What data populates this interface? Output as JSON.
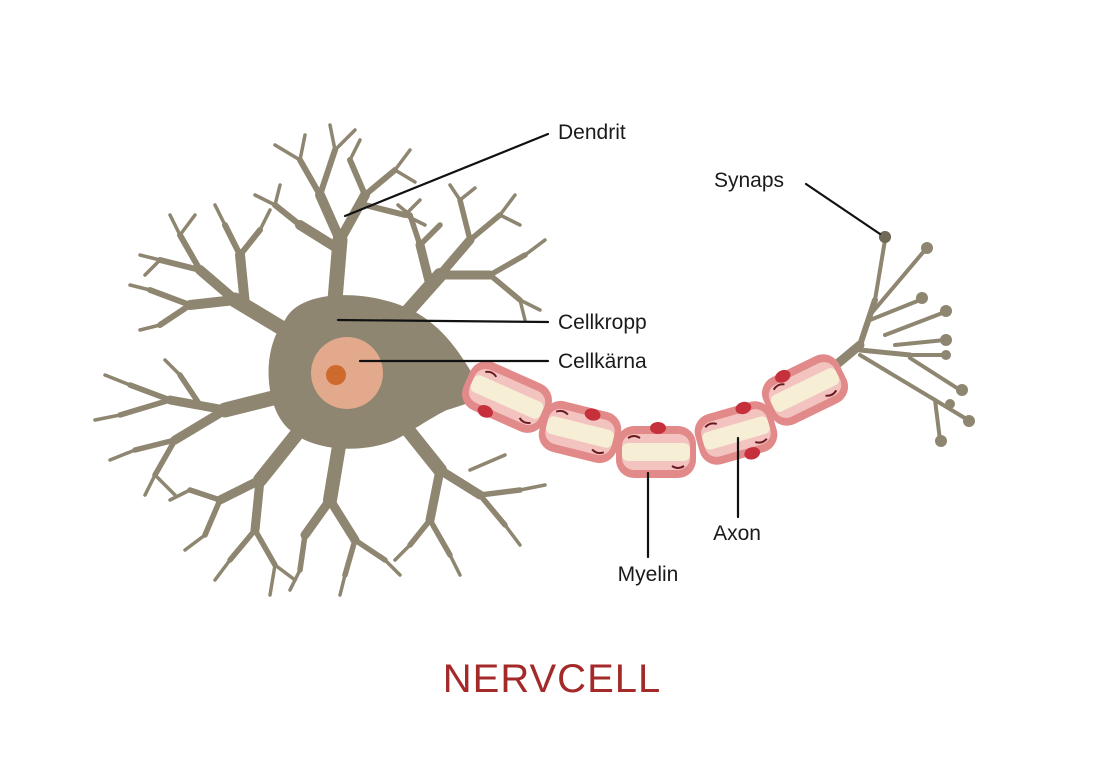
{
  "title": "NERVCELL",
  "labels": {
    "dendrit": "Dendrit",
    "synaps": "Synaps",
    "cellkropp": "Cellkropp",
    "cellkarna": "Cellkärna",
    "myelin": "Myelin",
    "axon": "Axon"
  },
  "colors": {
    "cell": "#8e8670",
    "nucleus": "#e3a98c",
    "nucleolus": "#cf6a2e",
    "myelin_outer": "#e28a8a",
    "myelin_inner": "#f3c3c0",
    "axon_core": "#f6efd6",
    "schwann_nucleus": "#c6303a",
    "title": "#a42a2a"
  }
}
